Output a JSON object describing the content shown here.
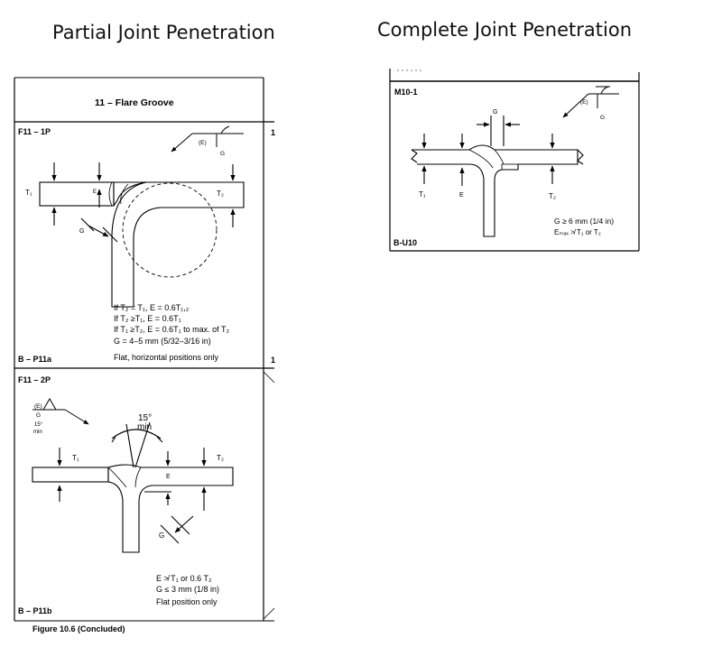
{
  "headings": {
    "partial": "Partial Joint Penetration",
    "complete": "Complete Joint Penetration"
  },
  "panel_a": {
    "section_title": "11 – Flare Groove",
    "code": "F11 – 1P",
    "ref": "B – P11a",
    "symbol_e": "(E)",
    "label_g": "G",
    "label_t1": "T₁",
    "label_t2": "T₂",
    "label_e": "E",
    "notes": [
      "If T₂ = T₁, E = 0.6T₁,₂",
      "If T₂ ≥T₁, E = 0.6T₁",
      "If T₁ ≥T₂, E = 0.6T₁ to max. of T₂",
      "G = 4–5 mm (5/32–3/16 in)",
      "Flat, horizontal positions only"
    ]
  },
  "panel_b": {
    "code": "F11 – 2P",
    "ref": "B – P11b",
    "symbol_e": "(E)",
    "label_g": "G",
    "angle_small": "15°",
    "angle_small_min": "min",
    "angle": "15°",
    "angle_min": "min",
    "label_t1": "T₁",
    "label_t2": "T₂",
    "label_e": "E",
    "notes": [
      "E ≯ T₁ or 0.6 T₂",
      "G ≤ 3 mm (1/8 in)",
      "Flat position only"
    ]
  },
  "panel_c": {
    "code": "M10-1",
    "ref": "B-U10",
    "symbol_e": "(E)",
    "label_g": "G",
    "label_t1": "T₁",
    "label_t2": "T₂",
    "label_e": "E",
    "notes": [
      "G ≥ 6 mm (1/4 in)",
      "Eₘₐₓ ≯ T₁ or T₂"
    ]
  },
  "side_marks": {
    "mark1": "1",
    "mark2": "1"
  },
  "footer_partial": "Figure 10.6 (Concluded)"
}
